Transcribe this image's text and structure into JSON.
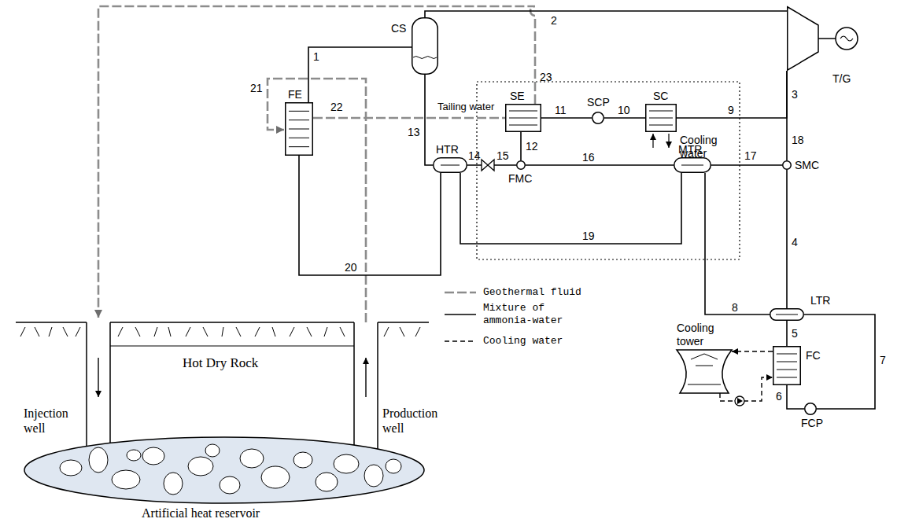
{
  "diagram": {
    "nodes": [
      {
        "text": [
          "FE"
        ]
      },
      {
        "text": [
          "CS"
        ]
      },
      {
        "text": [
          "T/G"
        ]
      },
      {
        "text": [
          "SE"
        ]
      },
      {
        "text": [
          "SCP"
        ]
      },
      {
        "text": [
          "SC"
        ]
      },
      {
        "text": [
          "HTR"
        ]
      },
      {
        "text": [
          "FMC"
        ]
      },
      {
        "text": [
          "MTR"
        ]
      },
      {
        "text": [
          "SMC"
        ]
      },
      {
        "text": [
          "LTR"
        ]
      },
      {
        "text": [
          "Cooling tower"
        ]
      },
      {
        "text": [
          "FC"
        ]
      },
      {
        "text": [
          "FCP"
        ]
      },
      {
        "text": [
          "Artificial heat reservoir"
        ]
      }
    ],
    "edges": [
      {
        "from": 0,
        "to": 1,
        "label": "1",
        "arrow": "none"
      },
      {
        "from": 1,
        "to": 2,
        "label": "2",
        "arrow": "none"
      },
      {
        "from": 2,
        "to": 5,
        "label": "9",
        "arrow": "none"
      },
      {
        "from": 2,
        "to": 9,
        "label": "18",
        "arrow": "none"
      },
      {
        "from": 5,
        "to": 4,
        "label": "10",
        "arrow": "none"
      },
      {
        "from": 4,
        "to": 3,
        "label": "11",
        "arrow": "none"
      },
      {
        "from": 0,
        "to": 3,
        "label": "22",
        "arrow": "none"
      },
      {
        "from": 3,
        "to": 7,
        "label": "12",
        "arrow": "none"
      },
      {
        "from": 1,
        "to": 6,
        "label": "13",
        "arrow": "none"
      },
      {
        "from": 6,
        "to": 7,
        "arrow": "none"
      },
      {
        "from": 7,
        "to": 8,
        "label": "16",
        "arrow": "none"
      },
      {
        "from": 8,
        "to": 9,
        "label": "17",
        "arrow": "none"
      },
      {
        "from": 9,
        "to": 10,
        "label": "4",
        "arrow": "none"
      },
      {
        "from": 10,
        "to": 12,
        "label": "5",
        "arrow": "none"
      },
      {
        "from": 12,
        "to": 13,
        "label": "6",
        "arrow": "none"
      },
      {
        "from": 13,
        "to": 10,
        "label": "7",
        "arrow": "none"
      },
      {
        "from": 10,
        "to": 8,
        "label": "8",
        "arrow": "none"
      },
      {
        "from": 8,
        "to": 6,
        "label": "19",
        "arrow": "none"
      },
      {
        "from": 6,
        "to": 0,
        "label": "20",
        "arrow": "none"
      },
      {
        "from": 12,
        "to": 11,
        "arrow": "to"
      },
      {
        "from": 11,
        "to": 12,
        "arrow": "to"
      }
    ],
    "labels": [
      "21",
      "3",
      "23",
      "Tailing water",
      "Cooling water",
      "14",
      "15",
      "Hot Dry Rock",
      "Injection well",
      "Production well"
    ],
    "legend": [
      {
        "text": "Geothermal fluid"
      },
      {
        "text": "Mixture of ammonia-water"
      },
      {
        "text": "Cooling water"
      }
    ]
  }
}
